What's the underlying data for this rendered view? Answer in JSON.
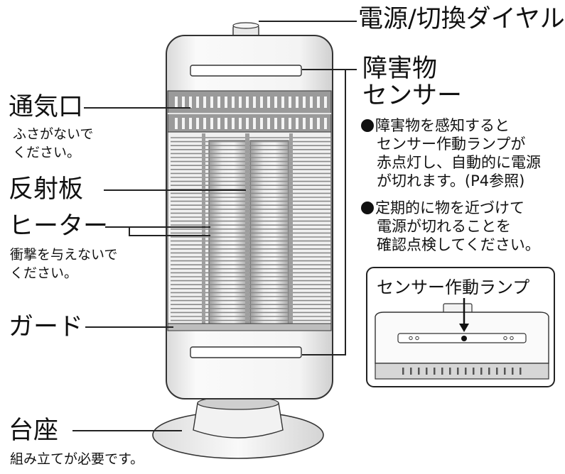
{
  "labels": {
    "dial": "電源/切換ダイヤル",
    "sensor_line1": "障害物",
    "sensor_line2": "センサー",
    "vent": "通気口",
    "vent_note_line1": "ふさがないで",
    "vent_note_line2": "ください。",
    "reflector": "反射板",
    "heater": "ヒーター",
    "heater_note_line1": "衝撃を与えないで",
    "heater_note_line2": "ください。",
    "guard": "ガード",
    "base": "台座",
    "base_note": "組み立てが必要です。"
  },
  "notes": {
    "note1": [
      "障害物を感知すると",
      "センサー作動ランプが",
      "赤点灯し、自動的に電源",
      "が切れます。(P4参照)"
    ],
    "note2": [
      "定期的に物を近づけて",
      "電源が切れることを",
      "確認点検してください。"
    ]
  },
  "inset": {
    "title": "センサー作動ランプ"
  },
  "colors": {
    "line": "#222222",
    "body": "#f2f2f2",
    "shade": "#bfbfbf",
    "lamp": "#111111"
  }
}
